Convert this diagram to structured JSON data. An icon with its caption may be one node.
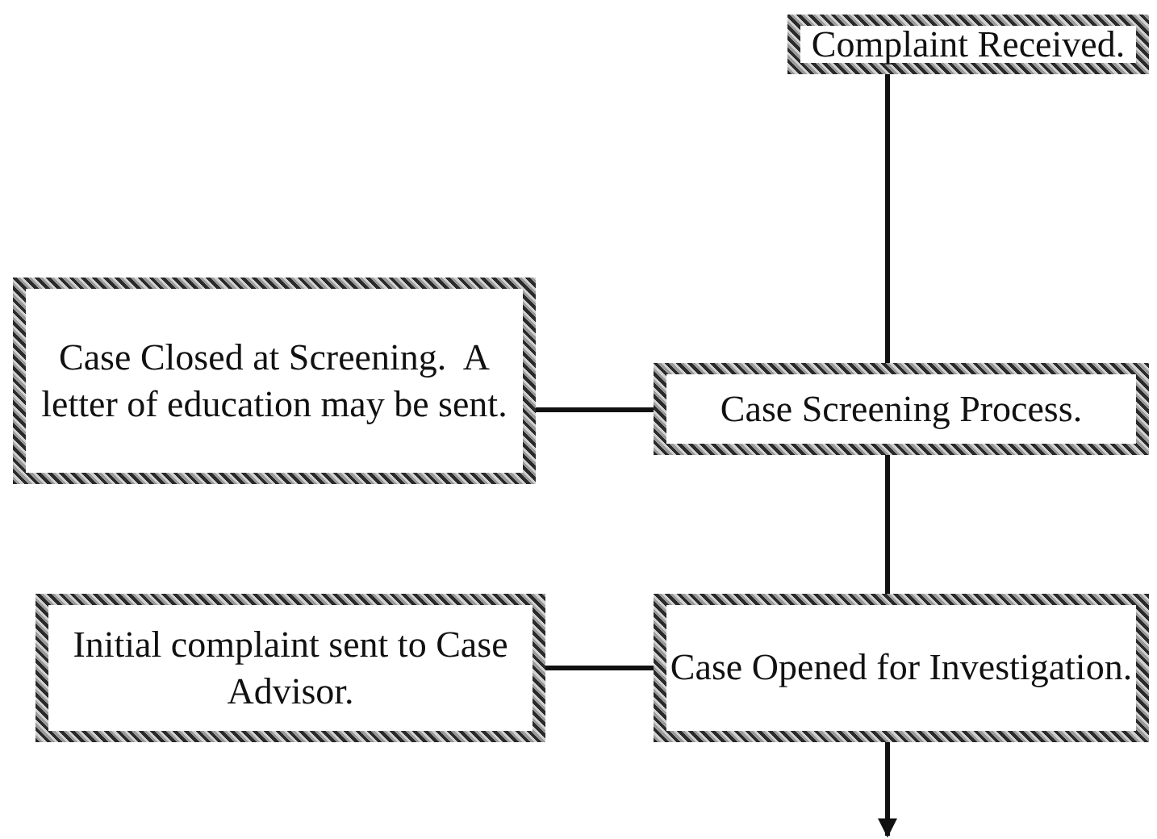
{
  "diagram": {
    "nodes": [
      {
        "text": [
          "Complaint Received."
        ]
      },
      {
        "text": [
          "Case Closed at Screening.  A letter of education may be sent."
        ]
      },
      {
        "text": [
          "Case Screening Process."
        ]
      },
      {
        "text": [
          "Initial complaint sent to Case Advisor."
        ]
      },
      {
        "text": [
          "Case Opened for Investigation."
        ]
      }
    ],
    "edges": [
      {
        "from": 0,
        "to": 2,
        "arrow": "none"
      },
      {
        "from": 2,
        "to": 1,
        "arrow": "none"
      },
      {
        "from": 2,
        "to": 4,
        "arrow": "none"
      },
      {
        "from": 4,
        "to": 3,
        "arrow": "none"
      },
      {
        "from": 4,
        "to": null,
        "arrow": "to"
      }
    ]
  }
}
